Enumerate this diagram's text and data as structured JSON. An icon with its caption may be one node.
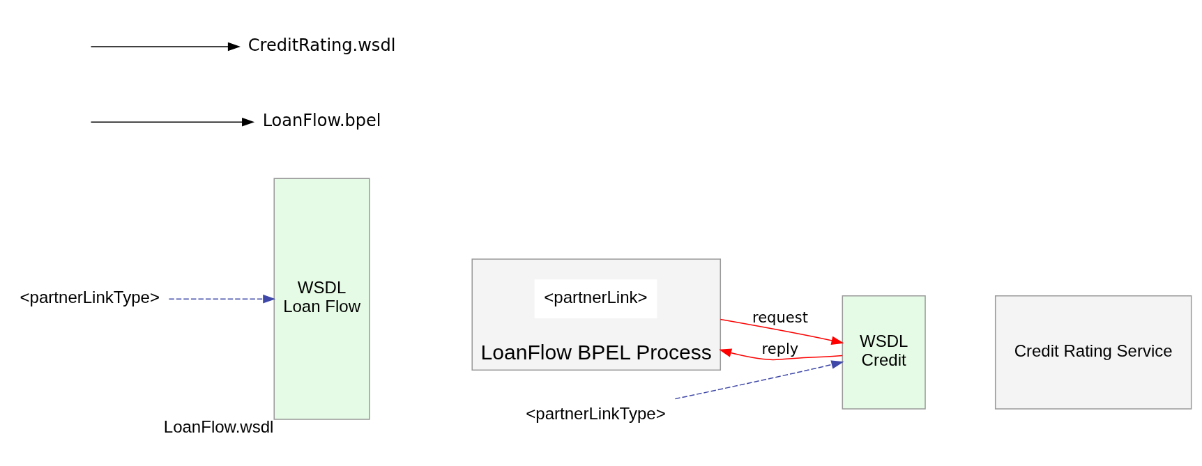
{
  "diagram": {
    "nodes": [
      {
        "text": [
          "<partnerLinkType>"
        ]
      },
      {
        "text": [
          "WSDL",
          "Loan Flow"
        ],
        "beside": [
          "LoanFlow.wsdl"
        ]
      },
      {
        "text": [
          "LoanFlow BPEL Process"
        ]
      },
      {
        "text": [
          "<partnerLink>"
        ],
        "in": 2
      },
      {
        "text": [
          "LoanFlow.bpel"
        ]
      },
      {
        "text": [
          "<partnerLinkType>"
        ]
      },
      {
        "text": [
          "WSDL",
          "Credit"
        ]
      },
      {
        "text": [
          "Credit Rating Service"
        ]
      },
      {
        "text": [
          "CreditRating.wsdl"
        ]
      }
    ],
    "edges": [
      {
        "from": 0,
        "to": 1,
        "arrow": "to",
        "style": "dashed",
        "color": "#3f48a8"
      },
      {
        "from": 5,
        "to": 6,
        "arrow": "to",
        "style": "dashed",
        "color": "#3f48a8"
      },
      {
        "from": 2,
        "to": 6,
        "arrow": "to",
        "label": "request",
        "color": "#ff0000"
      },
      {
        "from": 6,
        "to": 2,
        "arrow": "to",
        "label": "reply",
        "color": "#ff0000"
      },
      {
        "from": null,
        "to": 4,
        "arrow": "to",
        "color": "#000000"
      },
      {
        "from": null,
        "to": 8,
        "arrow": "to",
        "color": "#000000"
      }
    ]
  }
}
